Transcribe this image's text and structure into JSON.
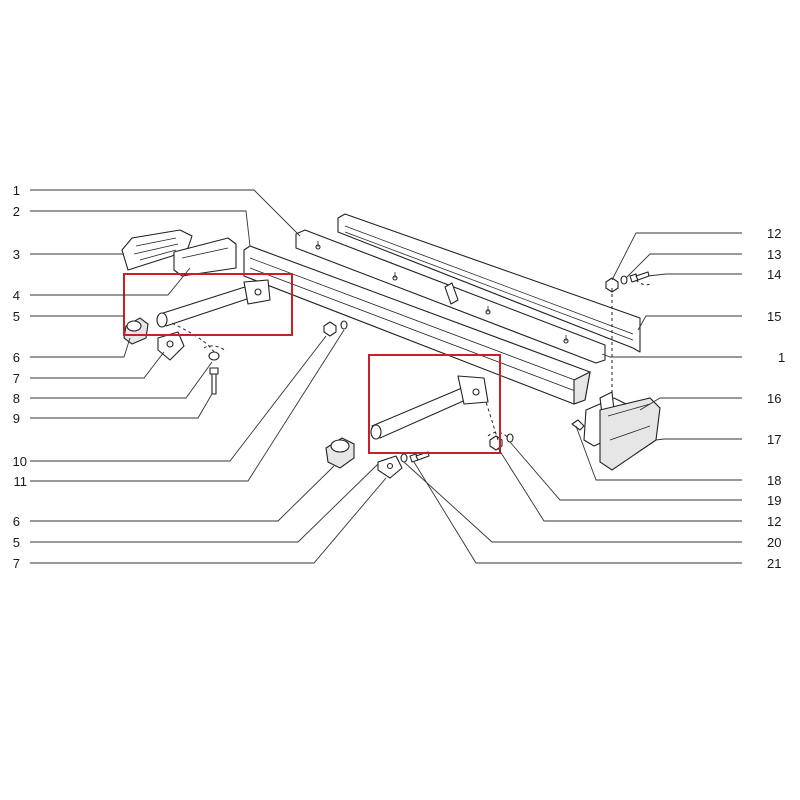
{
  "diagram": {
    "left_callouts": [
      "1",
      "2",
      "3",
      "4",
      "5",
      "6",
      "7",
      "8",
      "9",
      "10",
      "11",
      "6",
      "5",
      "7"
    ],
    "right_callouts": [
      "12",
      "13",
      "14",
      "15",
      "1",
      "16",
      "17",
      "18",
      "19",
      "12",
      "20",
      "21"
    ],
    "highlight_color": "#c8202a"
  }
}
